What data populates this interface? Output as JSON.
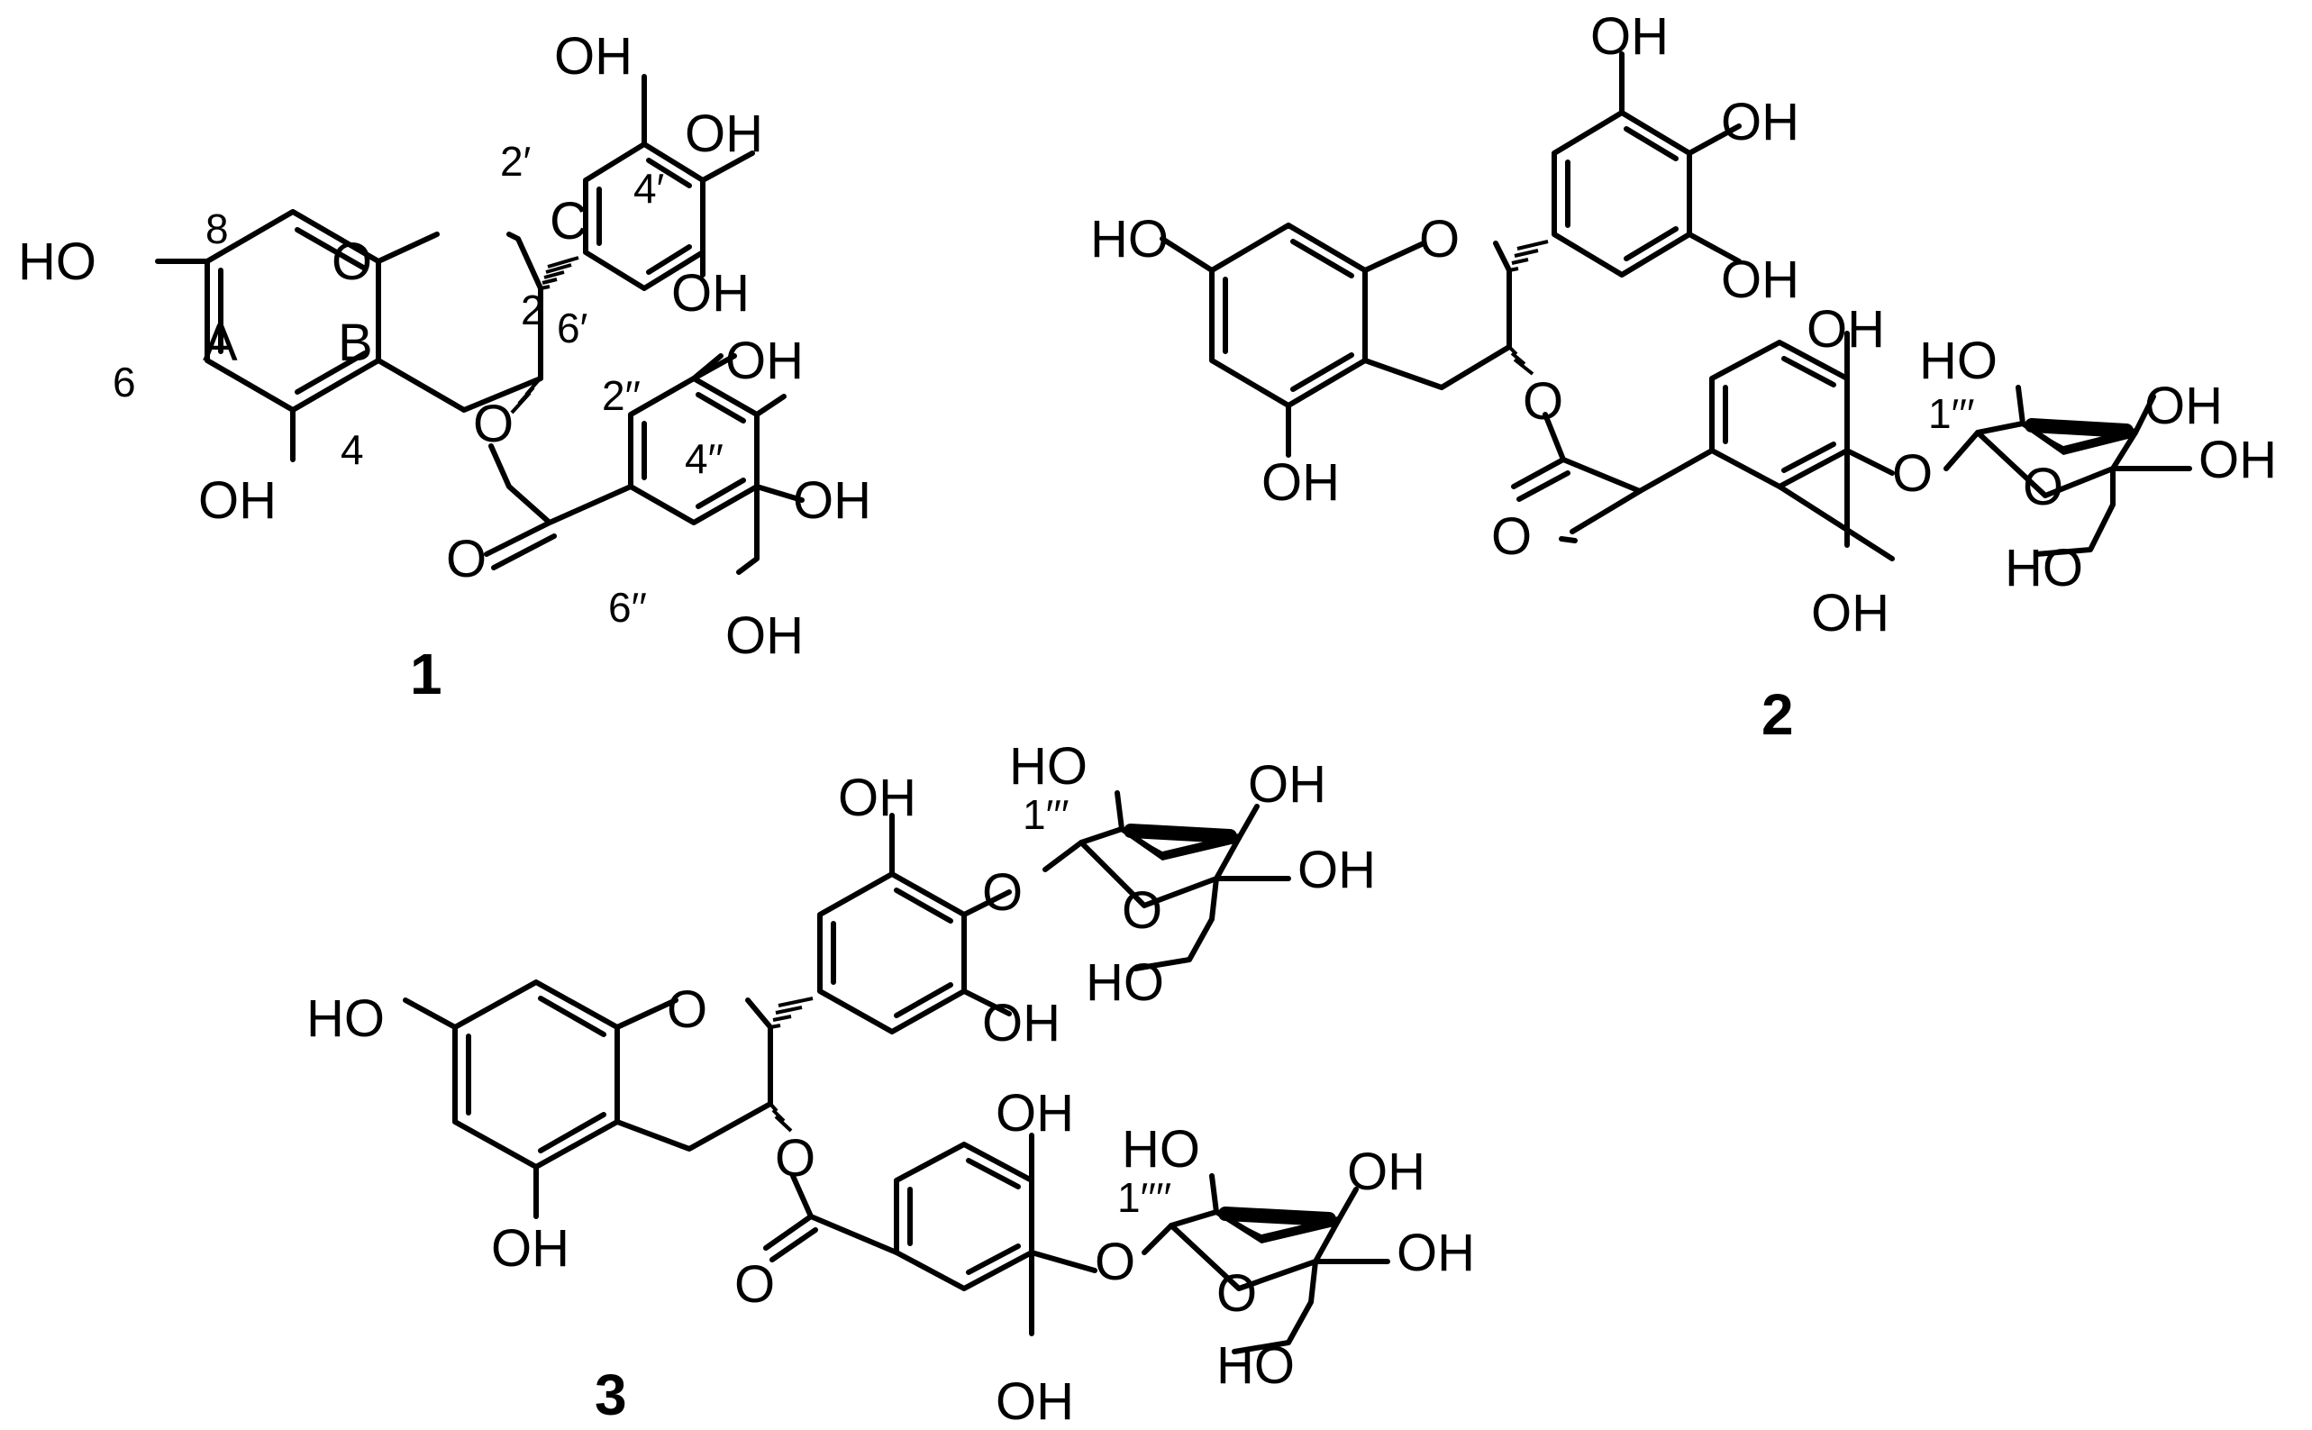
{
  "compounds": [
    {
      "id": "1",
      "atom_labels": [
        "HO",
        "O",
        "OH",
        "OH",
        "OH",
        "OH",
        "OH",
        "OH",
        "OH",
        "O",
        "O"
      ],
      "ring_labels": [
        "A",
        "B",
        "C"
      ],
      "position_labels": [
        "8",
        "6",
        "4",
        "2",
        "2′",
        "4′",
        "6′",
        "2′′",
        "4′′",
        "6′′"
      ]
    },
    {
      "id": "2",
      "atom_labels": [
        "HO",
        "O",
        "OH",
        "OH",
        "OH",
        "OH",
        "O",
        "O",
        "OH",
        "OH",
        "O",
        "HO",
        "OH",
        "OH",
        "O",
        "HO"
      ],
      "position_labels": [
        "1′′′"
      ]
    },
    {
      "id": "3",
      "atom_labels": [
        "HO",
        "O",
        "OH",
        "OH",
        "O",
        "HO",
        "OH",
        "OH",
        "O",
        "HO",
        "OH",
        "O",
        "O",
        "OH",
        "OH",
        "O",
        "HO",
        "OH",
        "OH",
        "O",
        "HO"
      ],
      "position_labels": [
        "1′′′",
        "1′′′′"
      ]
    }
  ]
}
